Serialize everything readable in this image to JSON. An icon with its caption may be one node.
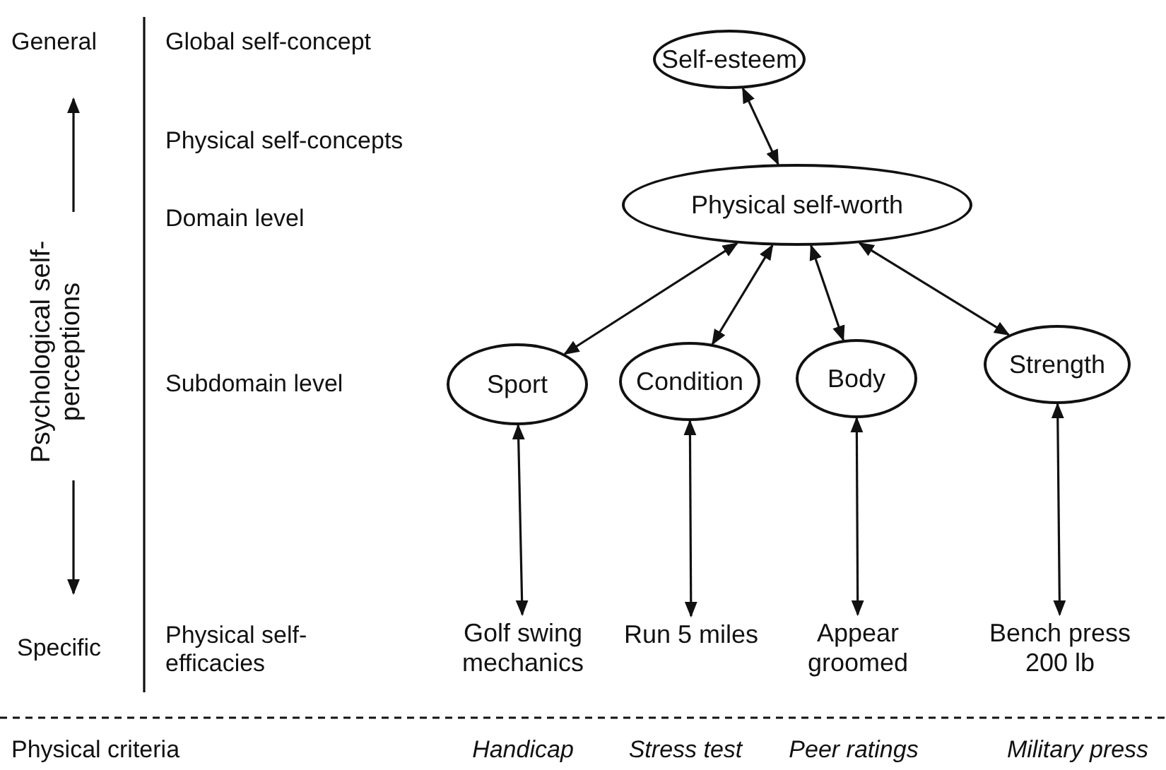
{
  "diagram": {
    "nodes": [
      {
        "text": [
          "Self-esteem"
        ]
      },
      {
        "text": [
          "Physical self-worth"
        ]
      },
      {
        "text": [
          "Sport"
        ]
      },
      {
        "text": [
          "Condition"
        ]
      },
      {
        "text": [
          "Body"
        ]
      },
      {
        "text": [
          "Strength"
        ]
      },
      {
        "text": [
          "Golf swing mechanics"
        ]
      },
      {
        "text": [
          "Run 5 miles"
        ]
      },
      {
        "text": [
          "Appear groomed"
        ]
      },
      {
        "text": [
          "Bench press 200 lb"
        ]
      }
    ],
    "edges": [
      {
        "from": 0,
        "to": 1,
        "arrow": "both"
      },
      {
        "from": 1,
        "to": 2,
        "arrow": "both"
      },
      {
        "from": 1,
        "to": 3,
        "arrow": "both"
      },
      {
        "from": 1,
        "to": 4,
        "arrow": "both"
      },
      {
        "from": 1,
        "to": 5,
        "arrow": "both"
      },
      {
        "from": 2,
        "to": 6,
        "arrow": "both"
      },
      {
        "from": 3,
        "to": 7,
        "arrow": "both"
      },
      {
        "from": 4,
        "to": 8,
        "arrow": "both"
      },
      {
        "from": 5,
        "to": 9,
        "arrow": "both"
      }
    ],
    "labels": [
      "General",
      "Global self-concept",
      "Physical self-concepts",
      "Domain level",
      "Psychological self-perceptions",
      "Subdomain level",
      "Specific",
      "Physical self-efficacies",
      "Physical criteria",
      "Handicap",
      "Stress test",
      "Peer ratings",
      "Military press"
    ]
  }
}
